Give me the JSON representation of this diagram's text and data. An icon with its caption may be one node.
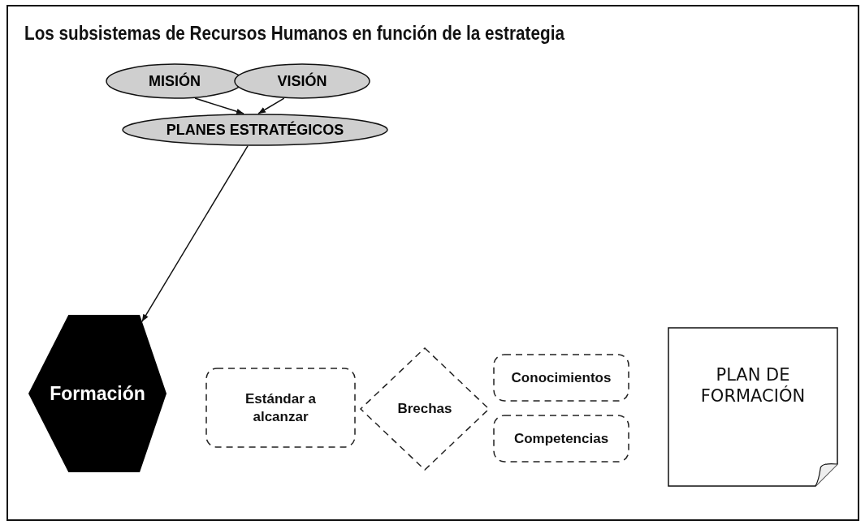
{
  "diagram": {
    "title": "Los subsistemas de Recursos Humanos en función de la estrategia",
    "nodes": [
      {
        "text": [
          "MISIÓN"
        ]
      },
      {
        "text": [
          "VISIÓN"
        ]
      },
      {
        "text": [
          "PLANES ESTRATÉGICOS"
        ]
      },
      {
        "text": [
          "Formación"
        ]
      },
      {
        "text": [
          "Estándar a alcanzar"
        ]
      },
      {
        "text": [
          "Brechas"
        ]
      },
      {
        "text": [
          "Conocimientos"
        ]
      },
      {
        "text": [
          "Competencias"
        ]
      },
      {
        "text": [
          "PLAN DE FORMACIÓN"
        ]
      }
    ],
    "edges": [
      {
        "from": 0,
        "to": 2,
        "arrow": "to"
      },
      {
        "from": 1,
        "to": 2,
        "arrow": "to"
      },
      {
        "from": 2,
        "to": 3,
        "arrow": "to"
      }
    ]
  }
}
